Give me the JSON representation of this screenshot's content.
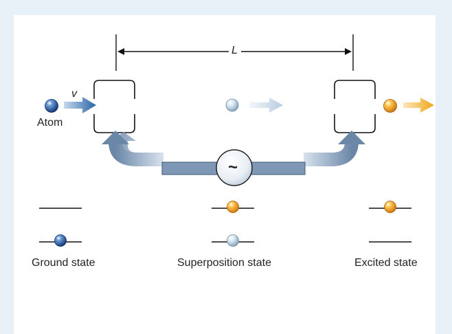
{
  "labels": {
    "distance": "L",
    "velocity": "v",
    "atom": "Atom",
    "oscillator_symbol": "~",
    "ground_state": "Ground state",
    "superposition_state": "Superposition state",
    "excited_state": "Excited state"
  },
  "colors": {
    "background": "#e9f1f8",
    "ground_atom": "#1b4f9a",
    "superposition_atom": "#a8c4d8",
    "excited_atom": "#f0a020",
    "velocity_arrow_ground": "#2a63a8",
    "velocity_arrow_superposition": "#b7cde0",
    "velocity_arrow_excited": "#f0a81a",
    "waveguide": "#7d97b5"
  },
  "icons": {
    "oscillator": "sine-wave-source-icon",
    "cavity": "cavity-bracket-icon"
  }
}
